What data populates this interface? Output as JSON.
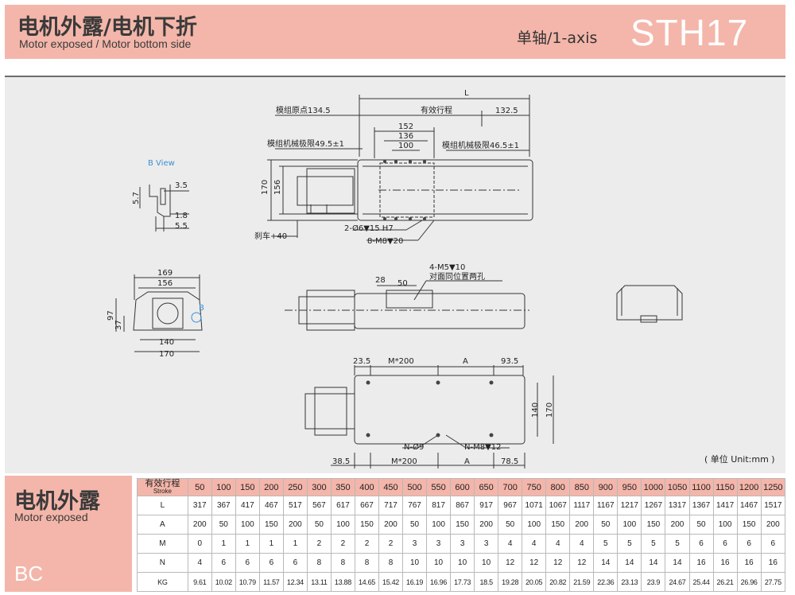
{
  "header": {
    "title_cn": "电机外露/电机下折",
    "title_en": "Motor exposed / Motor bottom side",
    "axis_label": "单轴/1-axis",
    "model": "STH17",
    "band_color": "#f4b6aa"
  },
  "drawing": {
    "top_view": {
      "L": "L",
      "origin": "模组原点134.5",
      "effective_stroke": "有效行程",
      "right_dim": "132.5",
      "d152": "152",
      "d136": "136",
      "d100": "100",
      "mech_limit_left": "模组机械极限49.5±1",
      "mech_limit_right": "模组机械极限46.5±1",
      "h170": "170",
      "h156": "156",
      "brake": "刹车+40",
      "hole_pin": "2-Ø6▼15 H7",
      "hole_m8": "8-M8▼20"
    },
    "b_view": {
      "title": "B View",
      "d35": "3.5",
      "d57": "5.7",
      "d18": "1.8",
      "d55": "5.5"
    },
    "end_view": {
      "w169": "169",
      "w156": "156",
      "h97": "97",
      "h37": "37",
      "w140": "140",
      "w170": "170",
      "b_mark": "B"
    },
    "side_view": {
      "d28": "28",
      "d50": "50",
      "holes": "4-M5▼10",
      "holes_note": "对面同位置两孔"
    },
    "bottom_view": {
      "d235": "23.5",
      "m200_top": "M*200",
      "a_top": "A",
      "d935": "93.5",
      "h140": "140",
      "h170": "170",
      "n_hole": "N-Ø9",
      "nm8": "N-M8▼12",
      "d385": "38.5",
      "m200_bottom": "M*200",
      "a_bottom": "A",
      "d785": "78.5"
    },
    "unit_note": "( 单位 Unit:mm )"
  },
  "spec": {
    "side_cn": "电机外露",
    "side_en": "Motor exposed",
    "code": "BC",
    "stroke_head_cn": "有效行程",
    "stroke_head_en": "Stroke",
    "strokes": [
      "50",
      "100",
      "150",
      "200",
      "250",
      "300",
      "350",
      "400",
      "450",
      "500",
      "550",
      "600",
      "650",
      "700",
      "750",
      "800",
      "850",
      "900",
      "950",
      "1000",
      "1050",
      "1100",
      "1150",
      "1200",
      "1250"
    ],
    "rows": [
      {
        "label": "L",
        "values": [
          "317",
          "367",
          "417",
          "467",
          "517",
          "567",
          "617",
          "667",
          "717",
          "767",
          "817",
          "867",
          "917",
          "967",
          "1071",
          "1067",
          "1117",
          "1167",
          "1217",
          "1267",
          "1317",
          "1367",
          "1417",
          "1467",
          "1517"
        ]
      },
      {
        "label": "A",
        "values": [
          "200",
          "50",
          "100",
          "150",
          "200",
          "50",
          "100",
          "150",
          "200",
          "50",
          "100",
          "150",
          "200",
          "50",
          "100",
          "150",
          "200",
          "50",
          "100",
          "150",
          "200",
          "50",
          "100",
          "150",
          "200"
        ]
      },
      {
        "label": "M",
        "values": [
          "0",
          "1",
          "1",
          "1",
          "1",
          "2",
          "2",
          "2",
          "2",
          "3",
          "3",
          "3",
          "3",
          "4",
          "4",
          "4",
          "4",
          "5",
          "5",
          "5",
          "5",
          "6",
          "6",
          "6",
          "6"
        ]
      },
      {
        "label": "N",
        "values": [
          "4",
          "6",
          "6",
          "6",
          "6",
          "8",
          "8",
          "8",
          "8",
          "10",
          "10",
          "10",
          "10",
          "12",
          "12",
          "12",
          "12",
          "14",
          "14",
          "14",
          "14",
          "16",
          "16",
          "16",
          "16"
        ]
      },
      {
        "label": "KG",
        "values": [
          "9.61",
          "10.02",
          "10.79",
          "11.57",
          "12.34",
          "13.11",
          "13.88",
          "14.65",
          "15.42",
          "16.19",
          "16.96",
          "17.73",
          "18.5",
          "19.28",
          "20.05",
          "20.82",
          "21.59",
          "22.36",
          "23.13",
          "23.9",
          "24.67",
          "25.44",
          "26.21",
          "26.96",
          "27.75"
        ]
      }
    ]
  }
}
